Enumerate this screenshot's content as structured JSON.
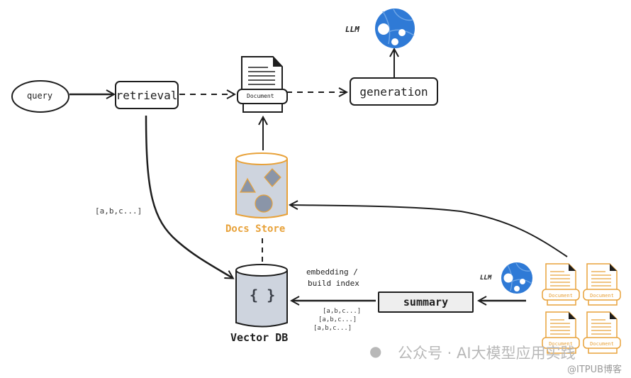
{
  "diagram": {
    "nodes": {
      "query": "query",
      "retrieval": "retrieval",
      "generation": "generation",
      "summary": "summary",
      "document_top": "Document",
      "docs_store": "Docs Store",
      "vector_db": "Vector DB",
      "llm_top": "LLM",
      "llm_bottom": "LLM",
      "vector_db_icon": "{ }"
    },
    "labels": {
      "vector_list_left": "[a,b,c...]",
      "embedding": "embedding /",
      "build_index": "build index",
      "vectors": [
        "[a,b,c...]",
        "[a,b,c...]",
        "[a,b,c...]"
      ]
    },
    "source_documents": [
      "Document",
      "Document",
      "Document",
      "Document"
    ],
    "colors": {
      "stroke": "#1e1e1e",
      "orange": "#e8a23a",
      "cylinder_fill": "#ced4de",
      "shape_fill": "#8a95a8",
      "llm_blue": "#2f7ad6",
      "summary_fill": "#eeeeee"
    }
  },
  "watermark": {
    "main": "公众号 · AI大模型应用实践",
    "sub": "@ITPUB博客"
  }
}
